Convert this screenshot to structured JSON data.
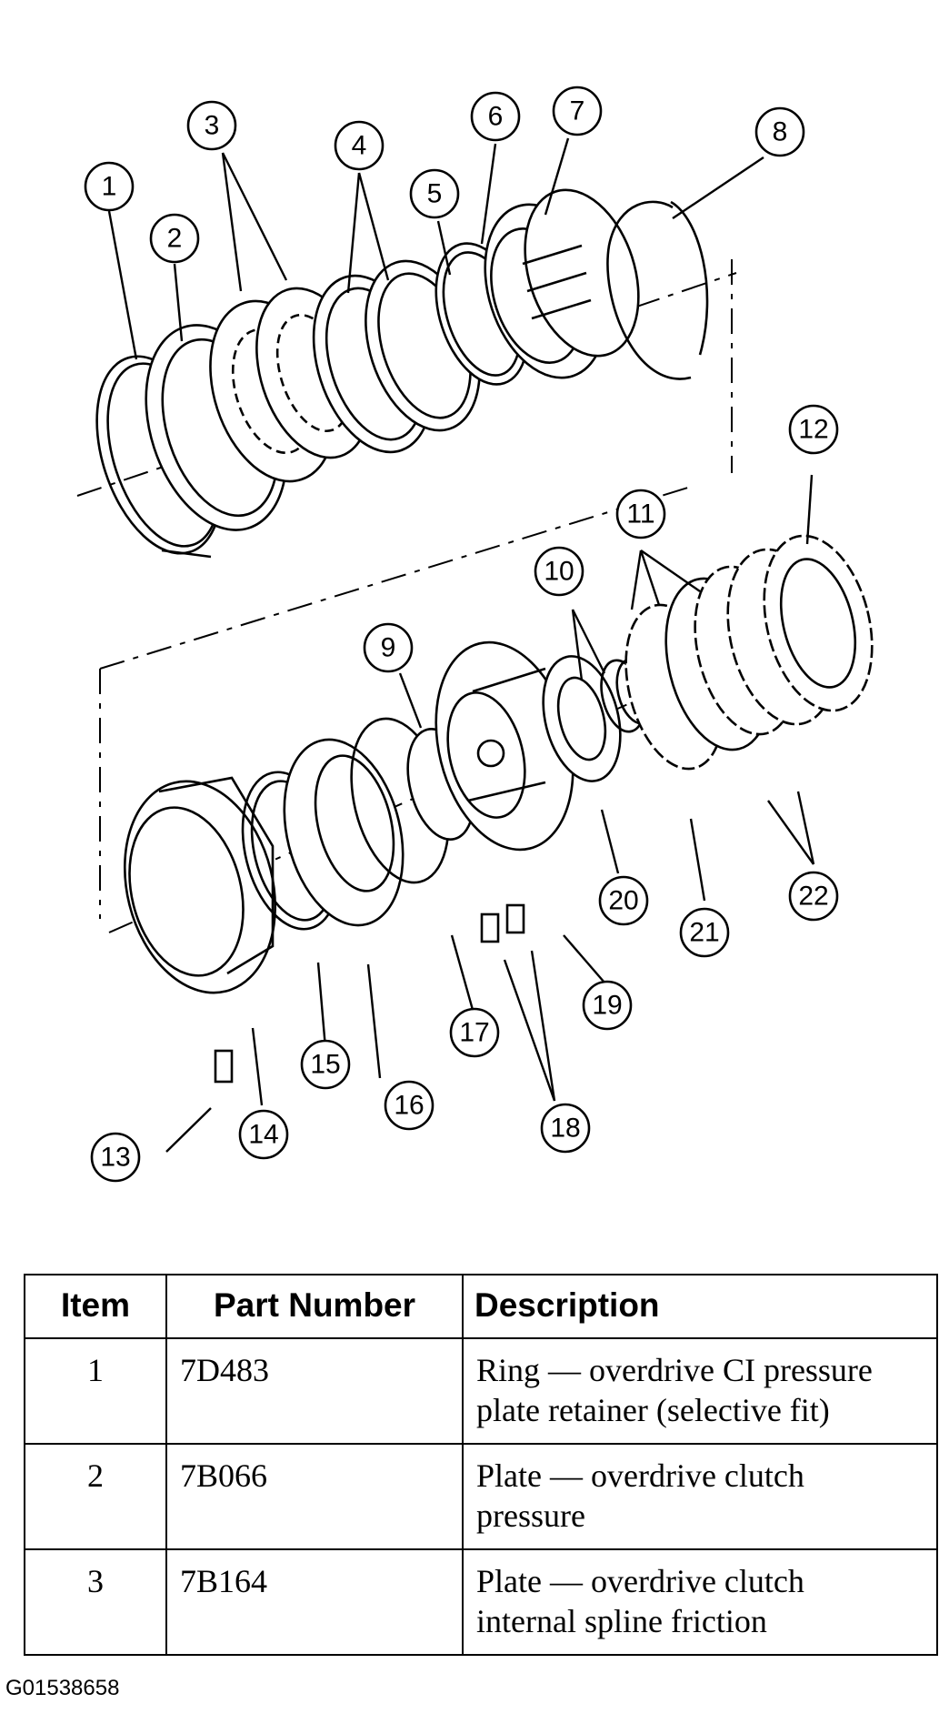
{
  "callouts": [
    "1",
    "2",
    "3",
    "4",
    "5",
    "6",
    "7",
    "8",
    "9",
    "10",
    "11",
    "12",
    "13",
    "14",
    "15",
    "16",
    "17",
    "18",
    "19",
    "20",
    "21",
    "22"
  ],
  "table": {
    "headers": {
      "item": "Item",
      "part_number": "Part Number",
      "description": "Description"
    },
    "rows": [
      {
        "item": "1",
        "part_number": "7D483",
        "description_lines": [
          "Ring — overdrive CI pressure",
          "plate retainer (selective fit)"
        ]
      },
      {
        "item": "2",
        "part_number": "7B066",
        "description_lines": [
          "Plate — overdrive clutch",
          "pressure"
        ]
      },
      {
        "item": "3",
        "part_number": "7B164",
        "description_lines": [
          "Plate — overdrive clutch",
          "internal spline friction"
        ]
      }
    ]
  },
  "figure_code": "G01538658"
}
